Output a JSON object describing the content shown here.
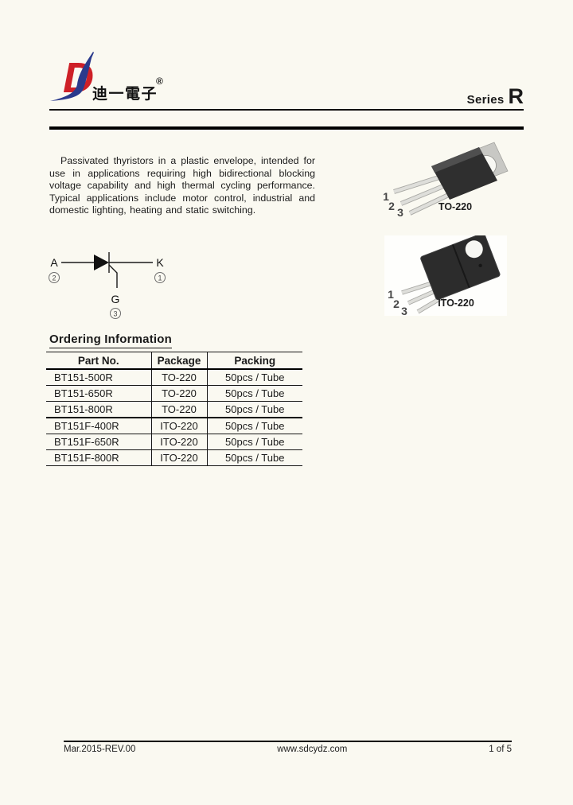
{
  "page": {
    "background": "#FAF9F1"
  },
  "header": {
    "series_word": "Series",
    "series_letter": "R",
    "logo_text_cn": "迪一電子",
    "registered_mark": "®",
    "logo_red": "#CE2027",
    "logo_blue": "#2A3A8C"
  },
  "description": "Passivated thyristors in a plastic envelope, intended for use in applications requiring high bidirectional blocking voltage capability and high thermal cycling performance. Typical applications include motor control, industrial and domestic lighting, heating and static switching.",
  "packages": [
    {
      "name": "TO-220",
      "pin_labels": [
        "1",
        "2",
        "3"
      ]
    },
    {
      "name": "ITO-220",
      "pin_labels": [
        "1",
        "2",
        "3"
      ]
    }
  ],
  "symbol": {
    "anode_label": "A",
    "cathode_label": "K",
    "gate_label": "G",
    "anode_pin": "2",
    "cathode_pin": "1",
    "gate_pin": "3"
  },
  "ordering": {
    "heading": "Ordering Information",
    "columns": [
      "Part No.",
      "Package",
      "Packing"
    ],
    "rows": [
      [
        "BT151-500R",
        "TO-220",
        "50pcs / Tube"
      ],
      [
        "BT151-650R",
        "TO-220",
        "50pcs / Tube"
      ],
      [
        "BT151-800R",
        "TO-220",
        "50pcs / Tube"
      ],
      [
        "BT151F-400R",
        "ITO-220",
        "50pcs / Tube"
      ],
      [
        "BT151F-650R",
        "ITO-220",
        "50pcs / Tube"
      ],
      [
        "BT151F-800R",
        "ITO-220",
        "50pcs / Tube"
      ]
    ]
  },
  "footer": {
    "left": "Mar.2015-REV.00",
    "center": "www.sdcydz.com",
    "right": "1 of 5"
  }
}
